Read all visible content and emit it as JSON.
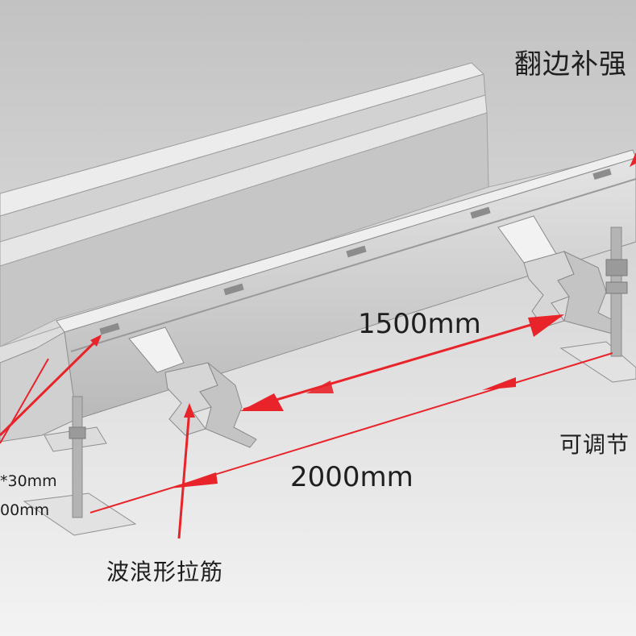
{
  "labels": {
    "flange_reinforce": "翻边补强",
    "adjustable": "可调节",
    "wave_rib": "波浪形拉筋",
    "spacing_1500": "1500mm",
    "length_2000": "2000mm",
    "dim_30": "*30mm",
    "dim_00": "00mm"
  },
  "colors": {
    "annotation_red": "#e8242a",
    "steel_light": "#e9e9e9",
    "steel_mid": "#c9c9c9",
    "steel_dark": "#9a9a9a",
    "background_top": "#c4c4c4",
    "background_bottom": "#f2f2f2"
  }
}
